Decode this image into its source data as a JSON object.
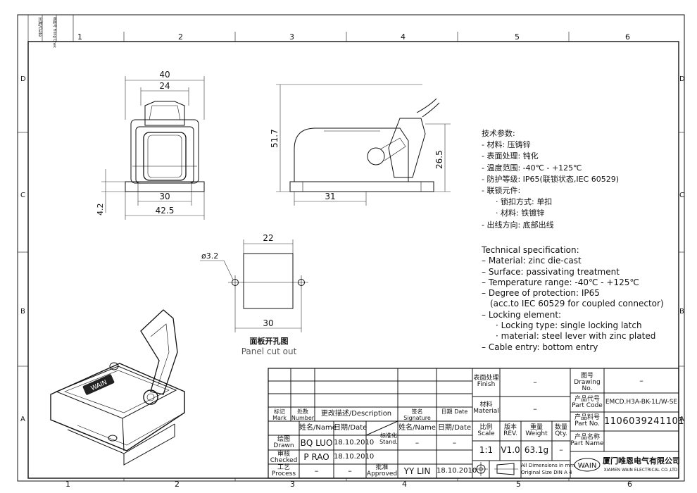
{
  "frame": {
    "columns": [
      "1",
      "2",
      "3",
      "4",
      "5",
      "6"
    ],
    "rows": [
      "D",
      "C",
      "B",
      "A"
    ],
    "corner": {
      "date": "日期/Date",
      "filing": "档案号 Filing Chek"
    }
  },
  "dimensions": {
    "width_40": "40",
    "width_24": "24",
    "height_51_7": "51.7",
    "width_30": "30",
    "width_42_5": "42.5",
    "height_4_2": "4.2",
    "width_31": "31",
    "height_26_5": "26.5",
    "cut_22": "22",
    "cut_30": "30",
    "hole": "ø3.2"
  },
  "panel_cutout": {
    "cn": "面板开孔图",
    "en": "Panel cut out"
  },
  "housing_label": "WAIN",
  "spec_cn": {
    "heading": "技术参数:",
    "material": "- 材料: 压铸锌",
    "surface": "- 表面处理: 钝化",
    "temperature": "- 温度范围: -40℃ - +125℃",
    "protection": "- 防护等级: IP65(联锁状态,IEC 60529)",
    "locking": "- 联锁元件:",
    "lock_type": "· 锁扣方式: 单扣",
    "lock_material": "· 材料: 铁镀锌",
    "cable": "- 出线方向: 底部出线"
  },
  "spec_en": {
    "heading": "Technical specification:",
    "material": "– Material: zinc die-cast",
    "surface": "– Surface: passivating treatment",
    "temperature": "– Temperature range: -40℃ - +125℃",
    "protection": "– Degree of protection: IP65",
    "protection_note": "(acc.to IEC 60529 for coupled connector)",
    "locking": "– Locking element:",
    "lock_type": "· Locking type: single locking latch",
    "lock_material": "· material: steel lever with zinc plated",
    "cable": "– Cable entry: bottom entry"
  },
  "title_block": {
    "rev_headers": {
      "mark": "标记 Mark",
      "number": "处数 Number",
      "description": "更改描述/Description",
      "signature": "签名 Signature",
      "date": "日期 Date"
    },
    "name_header": "姓名/Name",
    "date_header": "日期/Date",
    "standard": "标准化 Stand.",
    "name_header2": "姓名/Name",
    "date_header2": "日期/Date",
    "drawn_label": "绘图 Drawn",
    "drawn_name": "BQ LUO",
    "drawn_date": "18.10.2010",
    "checked_label": "审核 Checked",
    "checked_name": "P RAO",
    "checked_date": "18.10.2010",
    "process_label": "工艺 Process",
    "dash": "–",
    "approved_label": "批准 Approved",
    "approved_name": "YY LIN",
    "approved_date": "18.10.2010",
    "finish_label": "表面处理 Finish",
    "finish_value": "–",
    "material_label": "材料 Material",
    "material_value": "–",
    "scale_label": "比例 Scale",
    "scale_value": "1:1",
    "rev_label": "版本 REV.",
    "rev_value": "V1.0",
    "weight_label": "重量 Weight",
    "weight_value": "63.1g",
    "qty_label": "数量 Qty.",
    "qty_value": "–",
    "units_note1": "All Dimensions in mm",
    "units_note2": "Original Size DIN A 4",
    "drawing_no_label": "图号 Drawing No.",
    "drawing_no_value": "–",
    "part_code_label": "产品代号 Part Code",
    "part_code_value": "EMCD.H3A-BK-1L/W-SE",
    "part_no_label": "产品料号 Part No.",
    "part_no_value": "1106039241101",
    "part_name_label": "产品名称 Part Name",
    "part_name_value": "",
    "company_cn": "厦门唯恩电气有限公司",
    "company_en": "XIAMEN WAIN ELECTRICAL CO.,LTD",
    "logo": "WAIN"
  }
}
